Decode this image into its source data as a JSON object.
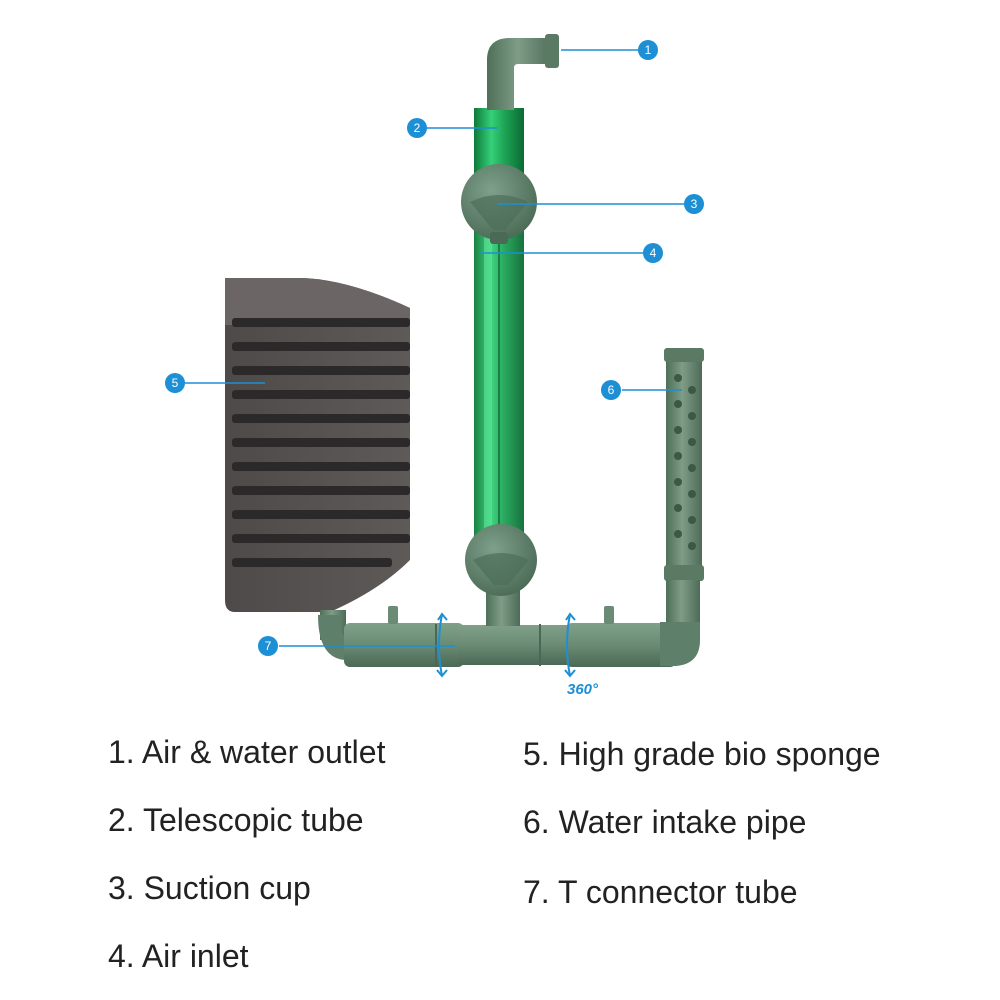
{
  "callouts": [
    {
      "number": "1",
      "text": "Air & water outlet"
    },
    {
      "number": "2",
      "text": "Telescopic tube"
    },
    {
      "number": "3",
      "text": "Suction cup"
    },
    {
      "number": "4",
      "text": "Air inlet"
    },
    {
      "number": "5",
      "text": "High grade bio sponge"
    },
    {
      "number": "6",
      "text": "Water intake pipe"
    },
    {
      "number": "7",
      "text": "T connector tube"
    }
  ],
  "legend": {
    "item1": "1. Air & water outlet",
    "item2": "2. Telescopic tube",
    "item3": "3. Suction cup",
    "item4": "4. Air inlet",
    "item5": "5. High grade bio sponge",
    "item6": "6. Water intake pipe",
    "item7": "7. T connector tube"
  },
  "rotation_label": "360°",
  "colors": {
    "callout": "#1d8fd4",
    "pipe": "#6a8b74",
    "tube_green": "#2fc46a",
    "sponge": "#5a5655"
  }
}
